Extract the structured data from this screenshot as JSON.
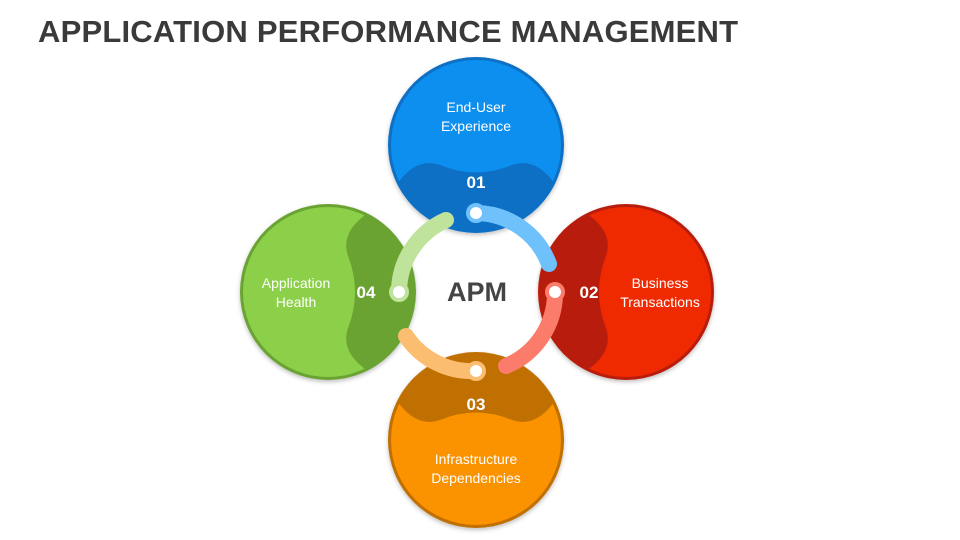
{
  "title": "APPLICATION PERFORMANCE MANAGEMENT",
  "center_label": "APM",
  "segments": [
    {
      "number": "01",
      "line1": "End-User",
      "line2": "Experience",
      "color": "#0a8ff0",
      "color_dark": "#0b6fc4"
    },
    {
      "number": "02",
      "line1": "Business",
      "line2": "Transactions",
      "color": "#f02a06",
      "color_dark": "#b81f0a"
    },
    {
      "number": "03",
      "line1": "Infrastructure",
      "line2": "Dependencies",
      "color": "#fb9200",
      "color_dark": "#c06f00"
    },
    {
      "number": "04",
      "line1": "Application",
      "line2": "Health",
      "color": "#8ccf4a",
      "color_dark": "#6aa333"
    }
  ],
  "connector_colors": [
    "#6ec1fa",
    "#fb7c6a",
    "#fbbd70",
    "#bfe39a"
  ]
}
